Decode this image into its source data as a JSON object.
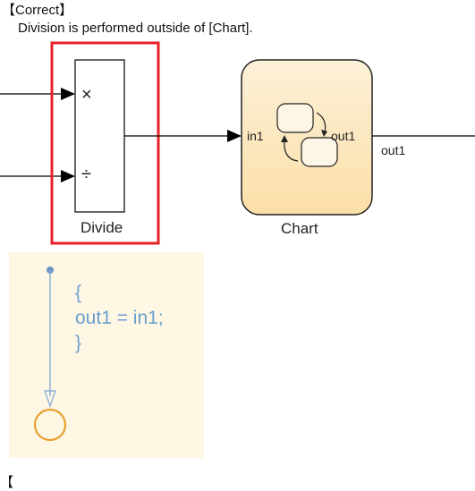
{
  "heading": "【Correct】",
  "description": "Division is performed outside of [Chart].",
  "divide_block": {
    "label": "Divide",
    "multiply_symbol": "×",
    "divide_symbol": "÷",
    "highlight_color": "#e8202a"
  },
  "chart_block": {
    "label": "Chart",
    "input_port": "in1",
    "output_port": "out1",
    "fill_color": "#fde8c4"
  },
  "output_signal_label": "out1",
  "flow_chart": {
    "open_brace": "{",
    "statement": "out1 = in1;",
    "close_brace": "}",
    "background_color": "#fdf7e3",
    "line_color": "#7aa3d4",
    "junction_color": "#e8a030"
  },
  "bottom_fragment": "【"
}
